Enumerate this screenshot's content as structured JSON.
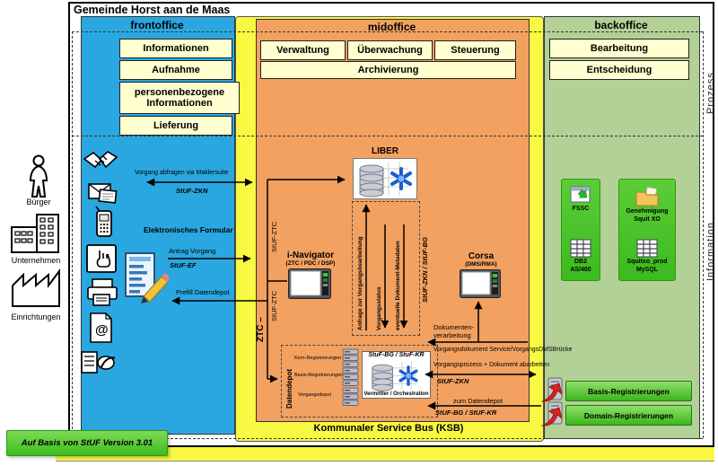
{
  "title": "Gemeinde Horst aan de Maas",
  "front": {
    "header": "frontoffice",
    "boxes": [
      "Informationen",
      "Aufnahme",
      "personenbezogene Informationen",
      "Lieferung"
    ]
  },
  "mid": {
    "header": "midoffice",
    "row_boxes": [
      "Verwaltung",
      "Überwachung",
      "Steuerung"
    ],
    "full_box": "Archivierung"
  },
  "back": {
    "header": "backoffice",
    "boxes": [
      "Bearbeitung",
      "Entscheidung"
    ]
  },
  "bands": {
    "top": "Prozess",
    "bottom": "Information"
  },
  "actors": [
    "Bürger",
    "Unternehmen",
    "Einrichtungen"
  ],
  "flows": {
    "maklersuite": "Vorgang abfragen via Maklersuite",
    "maklersuite_protocol": "StUF-ZKN",
    "formular_label": "Elektronisches Formular",
    "antrag": "Antrag Vorgang",
    "antrag_protocol": "StUF-EF",
    "prefill": "Prefill Datendepot",
    "stuf_ztc_upper": "StUF-ZTC",
    "stuf_ztc_lower": "StUF-ZTC",
    "ztc": "ZTC –",
    "corridor": [
      "Anfrage zur Vorgangsbearbeitung",
      "Vorgangsstatus",
      "eventuelle Dokument-Metadaten"
    ],
    "corridor_right": "StUF-ZKN / StUF-BG",
    "doku_line1": "Dokumenten-",
    "doku_line2": "verarbeitung",
    "vorgangsdokument": "Vorgangsdokument Service/VorgangsDMSBrücke",
    "vorgangsprozess": "Vorgangsprozess + Dokument abarbeiten",
    "vorgangsprozess_protocol": "StUF-ZKN",
    "zum_datendepot": "zum Datendepot",
    "zum_datendepot_protocol": "StUF-BG / StUF-KR"
  },
  "systems": {
    "liber": "LIBER",
    "inavigator": "i-Navigator",
    "inavigator_sub": "(ZTC / PDC / DSP)",
    "corsa": "Corsa",
    "corsa_sub": "(DMS/RMA)"
  },
  "datendepot": {
    "label": "Datendepot",
    "rows": [
      "Kern-Registrierungen",
      "Basis-Registrierungen",
      "Vorgangsdepot"
    ],
    "vermittler_protocol": "StuF-BG / StuF-KR",
    "vermittler": "Vermittler / Orchestration"
  },
  "back_apps": {
    "fssc": "FSSC",
    "genehmigung_line1": "Genehmigung",
    "genehmigung_line2": "Squit XO",
    "db2_line1": "DB2",
    "db2_line2": "AS/400",
    "squitxo_line1": "Squitxo_prod",
    "squitxo_line2": "MySQL"
  },
  "registrations": [
    "Basis-Registrierungen",
    "Domain-Registrierungen"
  ],
  "bus_label": "Kommunaler Service Bus (KSB)",
  "footer_note": "Auf Basis von StUF Version 3.01",
  "at_symbol": "@",
  "icons": {
    "actors": [
      "person-icon",
      "buildings-icon",
      "factory-icon"
    ],
    "channels": [
      "handshake-icon",
      "mail-icon",
      "mobile-phone-icon",
      "touchscreen-icon",
      "printer-icon",
      "email-document-icon",
      "fax-icon"
    ],
    "systems": [
      "database-icon",
      "screen-icon",
      "server-stack-icon",
      "server-sync-icon",
      "window-export-icon",
      "folder-icon",
      "table-grid-icon",
      "form-pencil-icon"
    ]
  },
  "colors": {
    "frontoffice": "#2aa7e0",
    "midoffice": "#f3a160",
    "backoffice": "#b3d096",
    "bus_yellow": "#f9f943",
    "pale_box": "#ffffd0",
    "panel_green": "#4cc42e"
  }
}
